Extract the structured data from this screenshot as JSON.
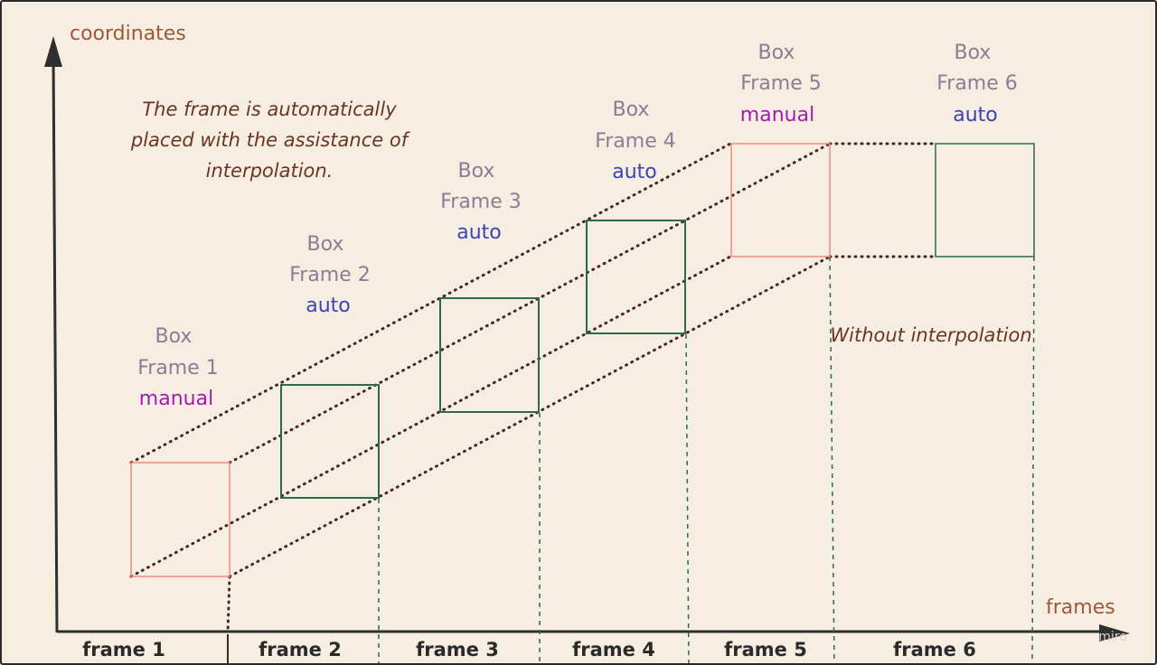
{
  "colors": {
    "background": "#f6eee1",
    "axis": "#2f2f2f",
    "axis_label": "#a0583a",
    "box_label": "#8a7d95",
    "manual_text": "#a21caf",
    "auto_text": "#3b44b5",
    "manual_box": "#f08a80",
    "auto_box": "#2e6b46",
    "dotted_line": "#4a2620",
    "dashed_line": "#2e6b46",
    "annotation": "#6b3427"
  },
  "axes": {
    "y_label": "coordinates",
    "x_label": "frames"
  },
  "annotations": {
    "interpolation_note": [
      "The frame is automatically",
      "placed with the assistance of",
      "interpolation."
    ],
    "no_interpolation_note": "Without interpolation"
  },
  "frames": [
    {
      "name": "frame 1",
      "box_word": "Box",
      "frame_word": "Frame 1",
      "mode": "manual"
    },
    {
      "name": "frame 2",
      "box_word": "Box",
      "frame_word": "Frame 2",
      "mode": "auto"
    },
    {
      "name": "frame 3",
      "box_word": "Box",
      "frame_word": "Frame 3",
      "mode": "auto"
    },
    {
      "name": "frame 4",
      "box_word": "Box",
      "frame_word": "Frame 4",
      "mode": "auto"
    },
    {
      "name": "frame 5",
      "box_word": "Box",
      "frame_word": "Frame 5",
      "mode": "manual"
    },
    {
      "name": "frame 6",
      "box_word": "Box",
      "frame_word": "Frame 6",
      "mode": "auto"
    }
  ],
  "watermark": "miro"
}
